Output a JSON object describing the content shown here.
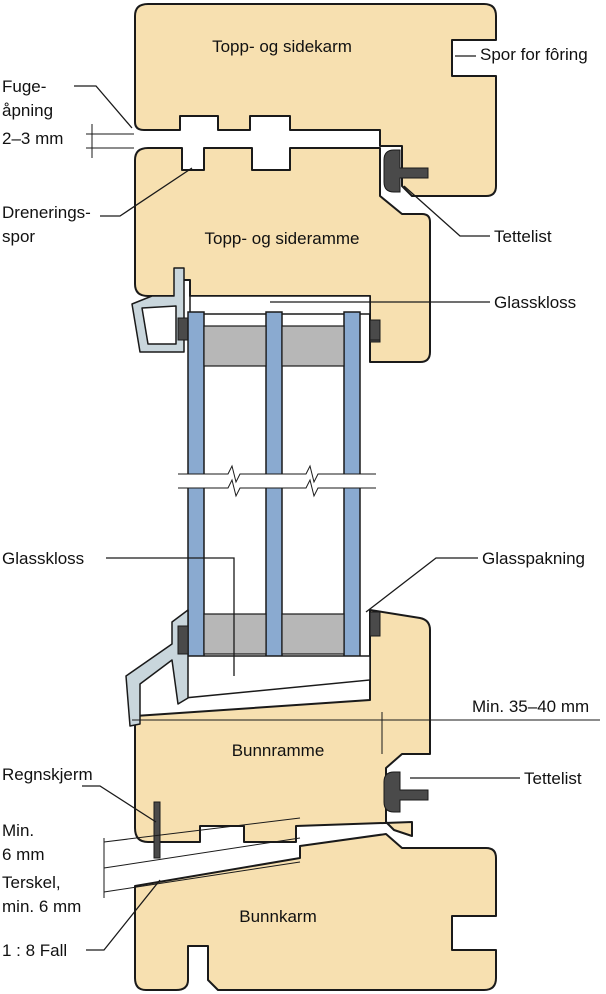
{
  "labels": {
    "top_side_frame": "Topp- og sidekarm",
    "guide_groove": "Spor for fôring",
    "joint_opening_1": "Fuge-",
    "joint_opening_2": "åpning",
    "joint_size": "2–3 mm",
    "drainage_1": "Drenerings-",
    "drainage_2": "spor",
    "top_side_sash": "Topp- og sideramme",
    "seal_top": "Tettelist",
    "glass_block_top": "Glasskloss",
    "glass_block_left": "Glasskloss",
    "glass_gasket": "Glasspakning",
    "min_dim": "Min. 35–40 mm",
    "bottom_sash": "Bunnramme",
    "rain_screen": "Regnskjerm",
    "seal_bottom": "Tettelist",
    "min6_1": "Min.",
    "min6_2": "6 mm",
    "threshold_1": "Terskel,",
    "threshold_2": "min. 6 mm",
    "bottom_frame": "Bunnkarm",
    "slope": "1 : 8 Fall"
  },
  "colors": {
    "wood": "#f7e0b0",
    "glass": "#8aaad0",
    "spacer": "#b7b7b7",
    "aluminium": "#c9d6dc",
    "gasket": "#4a4a4a"
  }
}
